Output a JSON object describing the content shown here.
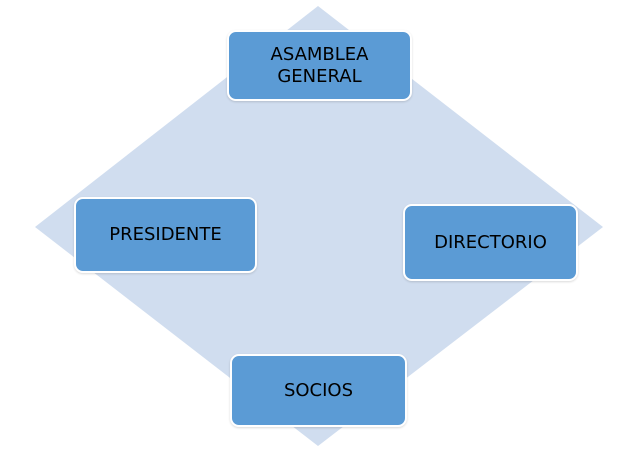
{
  "colors": {
    "diamond_fill": "#d0ddef",
    "node_fill": "#5b9bd5",
    "node_border": "#ffffff",
    "text": "#000000"
  },
  "nodes": {
    "asamblea": {
      "label": "ASAMBLEA\nGENERAL"
    },
    "presidente": {
      "label": "PRESIDENTE"
    },
    "directorio": {
      "label": "DIRECTORIO"
    },
    "socios": {
      "label": "SOCIOS"
    }
  }
}
